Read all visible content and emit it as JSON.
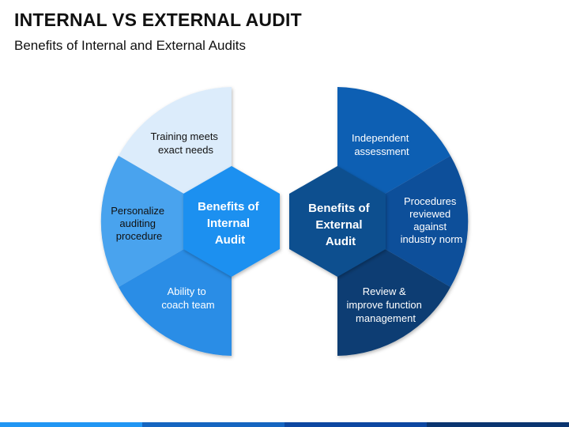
{
  "header": {
    "title": "INTERNAL VS EXTERNAL AUDIT",
    "subtitle": "Benefits of Internal and External Audits"
  },
  "internal": {
    "hub": [
      "Benefits of",
      "Internal",
      "Audit"
    ],
    "segments": [
      {
        "lines": [
          "Training meets",
          "exact needs"
        ]
      },
      {
        "lines": [
          "Personalize",
          "auditing",
          "procedure"
        ]
      },
      {
        "lines": [
          "Ability to",
          "coach team"
        ]
      }
    ]
  },
  "external": {
    "hub": [
      "Benefits of",
      "External",
      "Audit"
    ],
    "segments": [
      {
        "lines": [
          "Independent",
          "assessment"
        ]
      },
      {
        "lines": [
          "Procedures",
          "reviewed",
          "against",
          "industry norm"
        ]
      },
      {
        "lines": [
          "Review &",
          "improve function",
          "management"
        ]
      }
    ]
  },
  "colors": {
    "internal_top": "#dcecfb",
    "internal_mid": "#4aa3ee",
    "internal_bottom": "#2b8de6",
    "internal_hub": "#1e90f0",
    "external_top": "#0d5fb3",
    "external_mid": "#0a4f9a",
    "external_bottom": "#083c73",
    "external_hub": "#0d4f8f",
    "footer": [
      "#2196f3",
      "#1565c0",
      "#0d47a1",
      "#0a3570"
    ]
  }
}
